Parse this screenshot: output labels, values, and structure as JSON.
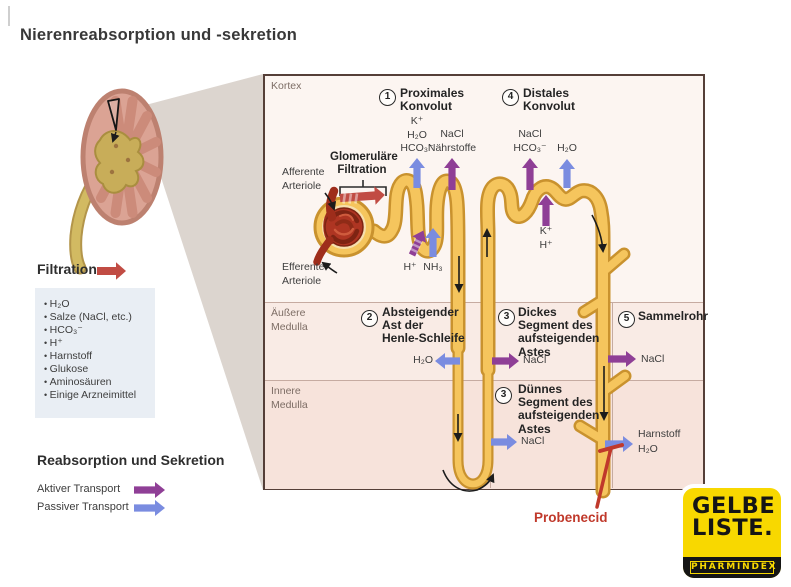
{
  "title": "Nierenreabsorption und -sekretion",
  "legend": {
    "filtration_label": "Filtration",
    "filter_items": [
      "H₂O",
      "Salze (NaCl, etc.)",
      "HCO₃⁻",
      "H⁺",
      "Harnstoff",
      "Glukose",
      "Aminosäuren",
      "Einige Arzneimittel"
    ],
    "reabsorption_heading": "Reabsorption und Sekretion",
    "active_label": "Aktiver Transport",
    "passive_label": "Passiver Transport"
  },
  "panel": {
    "regions": {
      "kortex": "Kortex",
      "outer": "Äußere\nMedulla",
      "inner": "Innere\nMedulla"
    },
    "steps": [
      {
        "num": "1",
        "label": "Proximales\nKonvolut"
      },
      {
        "num": "2",
        "label": "Absteigender\nAst der\nHenle-Schleife"
      },
      {
        "num": "3",
        "label": "Dickes\nSegment des\naufsteigenden\nAstes"
      },
      {
        "num": "3",
        "label": "Dünnes\nSegment des\naufsteigenden\nAstes"
      },
      {
        "num": "4",
        "label": "Distales\nKonvolut"
      },
      {
        "num": "5",
        "label": "Sammelrohr"
      }
    ],
    "glomerular_filtration": "Glomeruläre\nFiltration",
    "afferent": "Afferente\nArteriole",
    "efferent": "Efferente\nArteriole",
    "molecules": {
      "prox_passive": "K⁺\nH₂O\nHCO₃⁻",
      "prox_active": "NaCl\nNährstoffe",
      "h_secretion": "H⁺",
      "nh3": "NH₃",
      "distal_active": "NaCl\nHCO₃⁻",
      "distal_h2o": "H₂O",
      "distal_kh": "K⁺\nH⁺",
      "desc_h2o": "H₂O",
      "thick_nacl": "NaCl",
      "sammel_nacl": "NaCl",
      "thin_nacl": "NaCl",
      "duct_out": "Harnstoff\nH₂O"
    },
    "probenecid": "Probenecid"
  },
  "logo": {
    "line1": "GELBE",
    "line2": "LISTE.",
    "sub": "PHARMINDEX"
  },
  "colors": {
    "active_arrow": "#8f3f96",
    "passive_arrow": "#7a8ce0",
    "filtration_arrow": "#c14c44",
    "probenecid_red": "#c0392b",
    "tube_fill": "#f5c55d",
    "tube_outline": "#c9922e",
    "logo_yellow": "#f8d800"
  }
}
